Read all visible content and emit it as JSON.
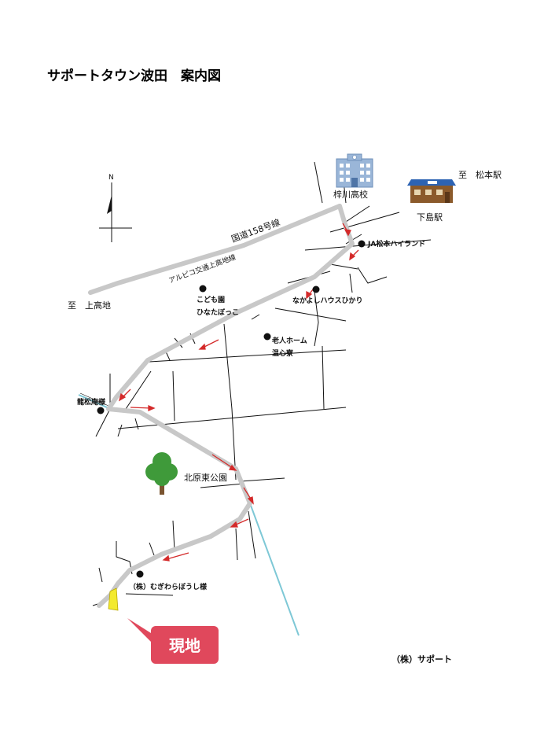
{
  "title": "サポートタウン波田　案内図",
  "compass": {
    "north": "N"
  },
  "colors": {
    "road_thin": "#111111",
    "route_main": "#c8c8c8",
    "river": "#7ec8d6",
    "arrow": "#d42a2a",
    "site_badge": "#e0485c",
    "site_plot": "#f3ea2e",
    "tree_leaf": "#3f9a3a",
    "tree_trunk": "#7a5430",
    "school": "#9ab6d8",
    "station_roof": "#2d63b3",
    "station_wall": "#8b5a2b"
  },
  "labels": {
    "to_matsumoto": "至　松本駅",
    "to_kamikochi": "至　上高地",
    "national_road": "国道158号線",
    "alpico_line": "アルピコ交通上高地線",
    "school": "梓川高校",
    "station": "下島駅",
    "park": "北原東公園",
    "company": "（株）サポート"
  },
  "landmarks": {
    "ja": "JA松本ハイランド",
    "nakayoshi": "なかよしハウスひかり",
    "kodomo_1": "こども園",
    "kodomo_2": "ひなたぼっこ",
    "rojin_1": "老人ホーム",
    "rojin_2": "温心寮",
    "ryushoan": "龍松庵様",
    "mugiwara": "（株）むぎわらぼうし様"
  },
  "site": {
    "label": "現地"
  }
}
